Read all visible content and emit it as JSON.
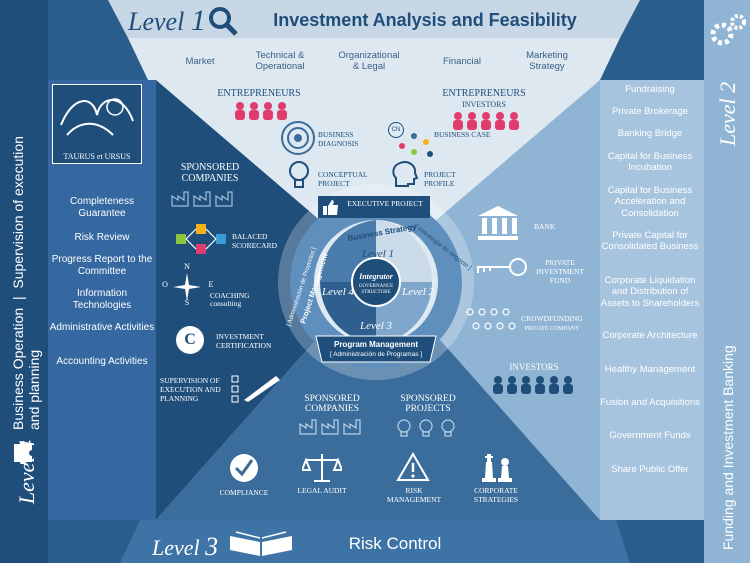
{
  "level1": {
    "label": "Level",
    "num": "1",
    "title": "Investment Analysis and Feasibility"
  },
  "level2": {
    "label": "Level",
    "num": "2",
    "title": "Funding and Investment Banking"
  },
  "level3": {
    "label": "Level",
    "num": "3",
    "title": "Risk Control"
  },
  "level4": {
    "label": "Level",
    "num": "4",
    "title": "Business Operation",
    "subtitle_1": "Supervision of execution",
    "subtitle_2": "and planning"
  },
  "logo": {
    "text": "TAURUS et URSUS"
  },
  "top_items": [
    "Market",
    "Technical & Operational",
    "Organizational & Legal",
    "Financial",
    "Marketing Strategy"
  ],
  "left_items": [
    "Completeness Guarantee",
    "Risk Review",
    "Progress Report to the Committee",
    "Information Technologies",
    "Administrative Activities",
    "Accounting Activities"
  ],
  "right_items": [
    "Fundraising",
    "Private Brokerage",
    "Banking Bridge",
    "Capital for Business Incubation",
    "Capital for Business Acceleration and Consolidation",
    "Private Capital for Consolidated Business",
    "Corporate Liquidation and Distribution of Assets to Shareholders",
    "Corporate Architecture",
    "Healthy Management",
    "Fusion and Acquisitions",
    "Government Funds",
    "Share Public Offer"
  ],
  "top_zone": {
    "entrepreneurs": "Entrepreneurs",
    "entrepreneurs_investors_1": "Entrepreneurs",
    "entrepreneurs_investors_2": "Investors",
    "business_diagnosis": "Business Diagnosis",
    "business_case": "Business Case",
    "conceptual_project": "Conceptual Project",
    "project_profile": "Project Profile",
    "executive_project": "Executive Project",
    "cn_badge": "CN"
  },
  "left_zone": {
    "sponsored_companies": "Sponsored Companies",
    "balanced_scorecard": "Balaced Scorecard",
    "compass_n": "N",
    "compass_o": "O",
    "compass_e": "E",
    "compass_s": "S",
    "coaching": "Coaching",
    "consulting": "consulting",
    "investment_certification": "Investment Certification",
    "certification_badge": "C",
    "supervision": "Supervision of Execution and Planning"
  },
  "right_zone": {
    "bank": "Bank",
    "private_investment_fund": "Private Investment Fund",
    "crowdfunding": "Crowdfunding",
    "private_company": "Private Company",
    "investors": "Investors"
  },
  "bottom_zone": {
    "sponsored_companies": "Sponsored Companies",
    "sponsored_projects": "Sponsored Projects",
    "compliance": "Compliance",
    "legal_audit": "Legal Audit",
    "risk_management": "Risk Management",
    "corporate_strategies": "Corporate Strategies"
  },
  "center": {
    "business_strategy": "Business Strategy",
    "business_strategy_es": "[ estrategia de negocio ]",
    "project_management": "Project Management",
    "project_management_es": "[ Administración de Proyectos ]",
    "program_management": "Program Management",
    "program_management_es": "[ Administración de Programas ]",
    "integrator": "Integrator",
    "governance": "Governance Structure",
    "l1": "Level 1",
    "l2": "Level 2",
    "l3": "Level 3",
    "l4": "Level 4"
  },
  "colors": {
    "dark": "#1f4e7b",
    "mid": "#3a6d9c",
    "light": "#8fb4d4",
    "pale": "#dde8f1",
    "accent": "#e03c6e"
  }
}
